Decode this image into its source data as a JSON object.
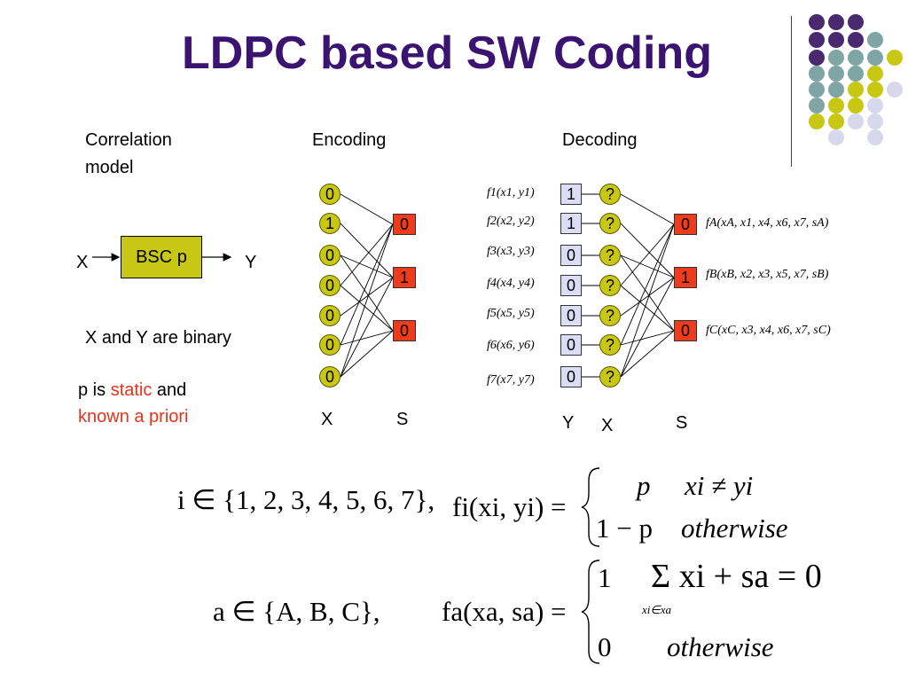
{
  "title": "LDPC based SW Coding",
  "colors": {
    "title": "#3a1470",
    "purple": "#3a1470",
    "teal": "#7fa6a4",
    "olive": "#c8c814",
    "lavender": "#d8d8ec",
    "red_accent": "#e8331c",
    "node_fill": "#c8c814",
    "syndrome_fill": "#ee3b1c",
    "y_fill": "#dcdcf4"
  },
  "correlation": {
    "heading_line1": "Correlation",
    "heading_line2": "model",
    "input_label": "X",
    "box_label": "BSC p",
    "output_label": "Y",
    "binary_note": "X and Y are binary",
    "p_note_1": "p is ",
    "p_note_static": "static",
    "p_note_and": " and",
    "p_note_known": "known a priori"
  },
  "encoding": {
    "heading": "Encoding",
    "x_bits": [
      "0",
      "1",
      "0",
      "0",
      "0",
      "0",
      "0"
    ],
    "s_bits": [
      "0",
      "1",
      "0"
    ],
    "x_label": "X",
    "s_label": "S"
  },
  "decoding": {
    "heading": "Decoding",
    "f_labels": [
      "f1(x1, y1)",
      "f2(x2, y2)",
      "f3(x3, y3)",
      "f4(x4, y4)",
      "f5(x5, y5)",
      "f6(x6, y6)",
      "f7(x7, y7)"
    ],
    "y_bits": [
      "1",
      "1",
      "0",
      "0",
      "0",
      "0",
      "0"
    ],
    "x_unknown": [
      "?",
      "?",
      "?",
      "?",
      "?",
      "?",
      "?"
    ],
    "s_bits": [
      "0",
      "1",
      "0"
    ],
    "check_functions": [
      "fA(xA, x1, x4, x6, x7, sA)",
      "fB(xB, x2, x3, x5, x7, sB)",
      "fC(xC, x3, x4, x6, x7, sC)"
    ],
    "y_label": "Y",
    "x_label": "X",
    "s_label": "S"
  },
  "equations": {
    "index_i": "i ∈ {1, 2, 3, 4, 5, 6, 7},",
    "fi_lhs": "fi(xi, yi) =",
    "fi_case1_value": "p",
    "fi_case1_cond": "xi ≠ yi",
    "fi_case2_value": "1 − p",
    "fi_case2_cond": "otherwise",
    "index_a": "a ∈ {A, B, C},",
    "fa_lhs": "fa(xa, sa) =",
    "fa_case1_value": "1",
    "fa_case1_cond": "Σ xi + sa = 0",
    "fa_case1_sub": "xi∈xa",
    "fa_case2_value": "0",
    "fa_case2_cond": "otherwise"
  }
}
